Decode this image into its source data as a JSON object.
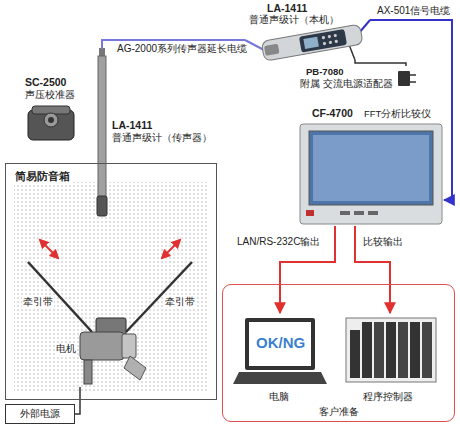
{
  "diagram": {
    "nodes": [
      {
        "text": [
          "简易防音箱"
        ]
      },
      {
        "text": [
          "LA-1411",
          "普通声级计（传声器）"
        ],
        "in": 0
      },
      {
        "text": [
          "电机"
        ],
        "in": 0
      },
      {
        "text": [
          "外部电源"
        ]
      },
      {
        "text": [
          "SC-2500",
          "声压校准器"
        ]
      },
      {
        "text": [
          "LA-1411",
          "普通声级计（本机）"
        ]
      },
      {
        "text": [
          "PB-7080",
          "附属 交流电源适配器"
        ]
      },
      {
        "text": [
          "CF-4700",
          "FFT分析比较仪"
        ]
      },
      {
        "text": [
          "客户准备"
        ]
      },
      {
        "text": [
          "OK/NG",
          "电脑"
        ],
        "in": 8
      },
      {
        "text": [
          "程序控制器"
        ],
        "in": 8
      }
    ],
    "edges": [
      {
        "from": 1,
        "to": 5,
        "arrow": "none",
        "label": "AG-2000系列传声器延长电缆"
      },
      {
        "from": 5,
        "to": 7,
        "arrow": "to",
        "label": "AX-501信号电缆"
      },
      {
        "from": 5,
        "to": 6,
        "arrow": "none"
      },
      {
        "from": 2,
        "to": 3,
        "arrow": "none"
      },
      {
        "from": 7,
        "to": 9,
        "arrow": "to",
        "label": "LAN/RS-232C输出"
      },
      {
        "from": 7,
        "to": 10,
        "arrow": "to",
        "label": "比较输出"
      }
    ],
    "labels": [
      "牵引带",
      "牵引带"
    ]
  }
}
